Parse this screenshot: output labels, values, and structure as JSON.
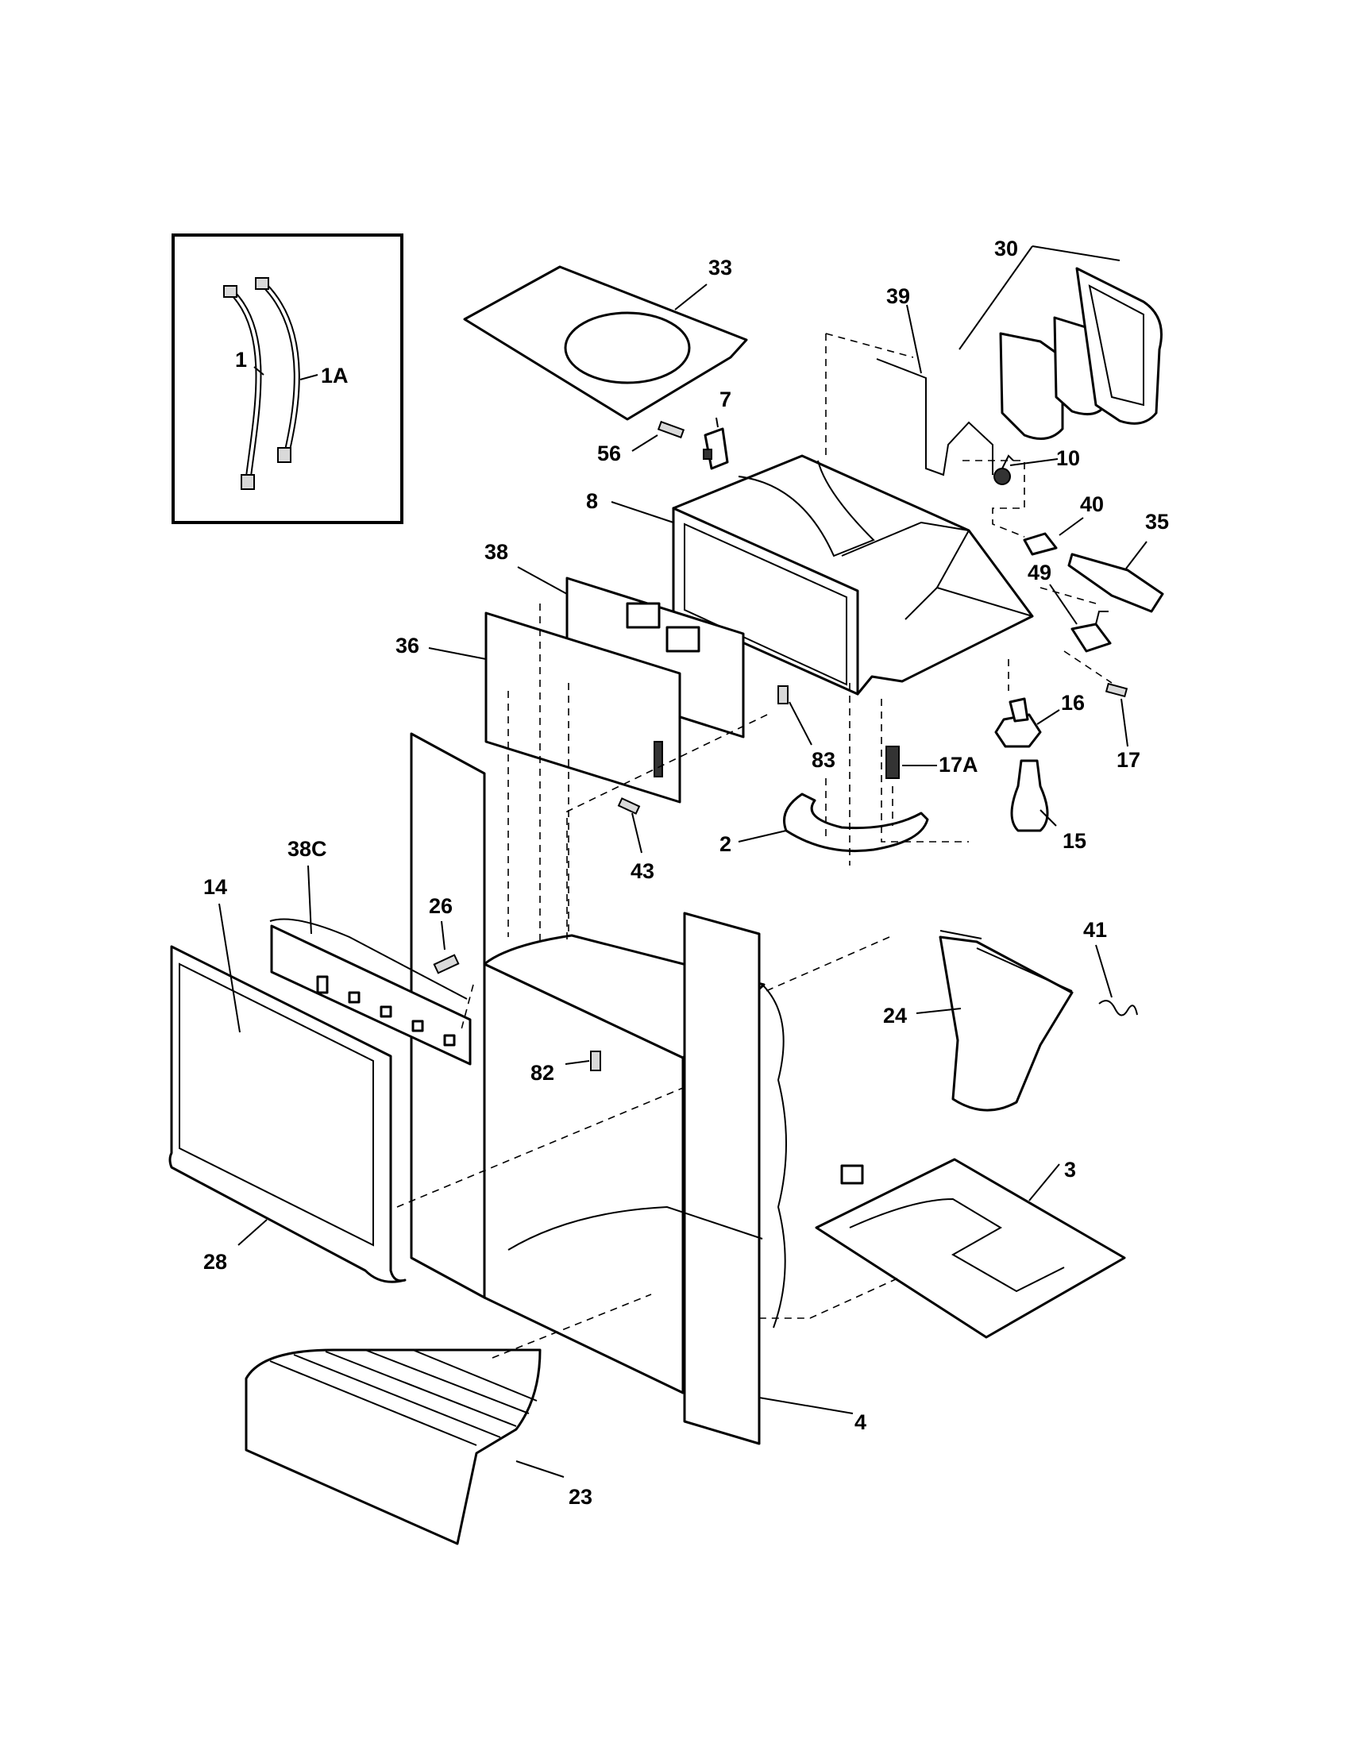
{
  "callouts": {
    "c1": "1",
    "c1a": "1A",
    "c33": "33",
    "c30": "30",
    "c39": "39",
    "c7": "7",
    "c56": "56",
    "c10": "10",
    "c8": "8",
    "c40": "40",
    "c35": "35",
    "c49": "49",
    "c38": "38",
    "c36": "36",
    "c83": "83",
    "c16": "16",
    "c17": "17",
    "c17a": "17A",
    "c15": "15",
    "c2": "2",
    "c43": "43",
    "c14": "14",
    "c38c": "38C",
    "c26": "26",
    "c41": "41",
    "c24": "24",
    "c82": "82",
    "c3": "3",
    "c28": "28",
    "c4": "4",
    "c23": "23"
  }
}
